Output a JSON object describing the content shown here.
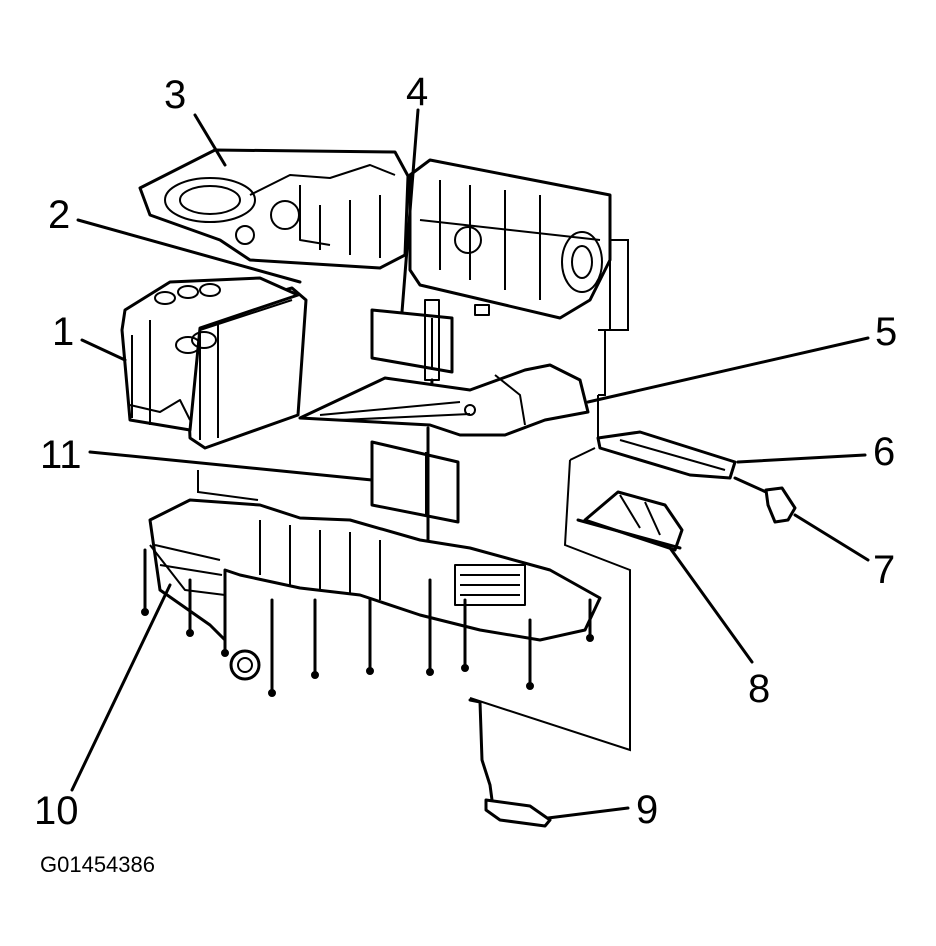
{
  "figure_id": "G01454386",
  "callouts": [
    "1",
    "2",
    "3",
    "4",
    "5",
    "6",
    "7",
    "8",
    "9",
    "10",
    "11"
  ],
  "colors": {
    "ink": "#000000",
    "paper": "#ffffff"
  }
}
